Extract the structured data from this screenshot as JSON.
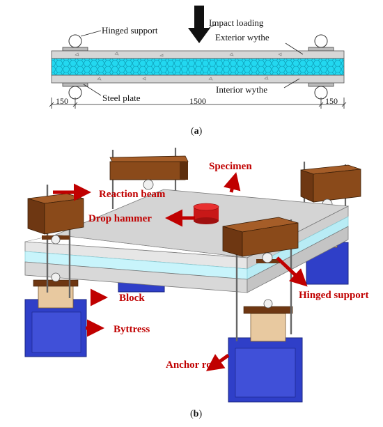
{
  "panel_a": {
    "hinged_support": "Hinged support",
    "impact_loading": "Impact loading",
    "exterior_wythe": "Exterior wythe",
    "interior_wythe": "Interior wythe",
    "steel_plate": "Steel plate",
    "dim_left": "150",
    "dim_middle": "1500",
    "dim_right": "150",
    "caption_open": "(",
    "caption_letter": "a",
    "caption_close": ")"
  },
  "panel_b": {
    "specimen": "Specimen",
    "reaction_beam": "Reaction beam",
    "drop_hammer": "Drop hammer",
    "block": "Block",
    "hinged_support": "Hinged support",
    "byttress": "Byttress",
    "anchor_rod": "Anchor rod",
    "caption_open": "(",
    "caption_letter": "b",
    "caption_close": ")"
  },
  "colors": {
    "label_red": "#c00000",
    "insulation_cyan": "#22d8f0",
    "concrete_gray": "#d4d4d4",
    "beam_brown": "#8a4a1a",
    "buttress_blue": "#2f3fc8",
    "block_tan": "#e8c9a0"
  }
}
